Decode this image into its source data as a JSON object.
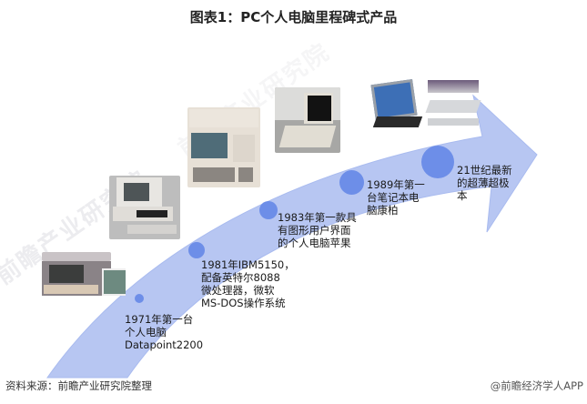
{
  "title": "图表1：PC个人电脑里程碑式产品",
  "watermark": "前瞻产业研究院",
  "milestones": [
    {
      "year": "1971",
      "label_lines": [
        "1971年第一台",
        "个人电脑",
        "Datapoint2200"
      ],
      "image": "datapoint-2200-computer"
    },
    {
      "year": "1981",
      "label_lines": [
        "1981年IBM5150，",
        "配备英特尔8088",
        "微处理器，微软",
        "MS-DOS操作系统"
      ],
      "image": "ibm-5150-computer"
    },
    {
      "year": "1983",
      "label_lines": [
        "1983年第一款具",
        "有图形用户界面",
        "的个人电脑苹果"
      ],
      "image": "apple-lisa-computer"
    },
    {
      "year": "1989",
      "label_lines": [
        "1989年第一",
        "台笔记本电",
        "脑康柏"
      ],
      "image": "compaq-laptop"
    },
    {
      "year": "21世纪",
      "label_lines": [
        "21世纪最新",
        "的超薄超极",
        "本"
      ],
      "image": "ultrabooks"
    }
  ],
  "footer": {
    "source": "资料来源：前瞻产业研究院整理",
    "credit": "@前瞻经济学人APP"
  },
  "colors": {
    "arrow": "#b7c6f2",
    "arrow_edge": "#a9bbef",
    "dot": "#6d8ee8",
    "text": "#1a1a1a"
  }
}
